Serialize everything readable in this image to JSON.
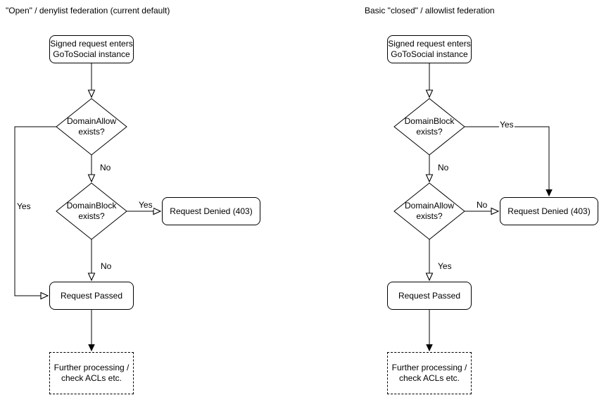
{
  "colors": {
    "stroke": "#000000",
    "node_fill": "#ffffff",
    "text": "#000000",
    "background": "#ffffff"
  },
  "left": {
    "title": "\"Open\" / denylist federation (current default)",
    "start": {
      "line1": "Signed request enters",
      "line2": "GoToSocial instance"
    },
    "decision1": {
      "line1": "DomainAllow",
      "line2": "exists?"
    },
    "decision2": {
      "line1": "DomainBlock",
      "line2": "exists?"
    },
    "denied": "Request Denied (403)",
    "passed": "Request Passed",
    "further": {
      "line1": "Further processing /",
      "line2": "check ACLs etc."
    },
    "labels": {
      "decision1_yes": "Yes",
      "decision1_no": "No",
      "decision2_yes": "Yes",
      "decision2_no": "No"
    }
  },
  "right": {
    "title": "Basic \"closed\" / allowlist federation",
    "start": {
      "line1": "Signed request enters",
      "line2": "GoToSocial instance"
    },
    "decision1": {
      "line1": "DomainBlock",
      "line2": "exists?"
    },
    "decision2": {
      "line1": "DomainAllow",
      "line2": "exists?"
    },
    "denied": "Request Denied (403)",
    "passed": "Request Passed",
    "further": {
      "line1": "Further processing /",
      "line2": "check ACLs etc."
    },
    "labels": {
      "decision1_yes": "Yes",
      "decision1_no": "No",
      "decision2_no": "No",
      "decision2_yes": "Yes"
    }
  }
}
